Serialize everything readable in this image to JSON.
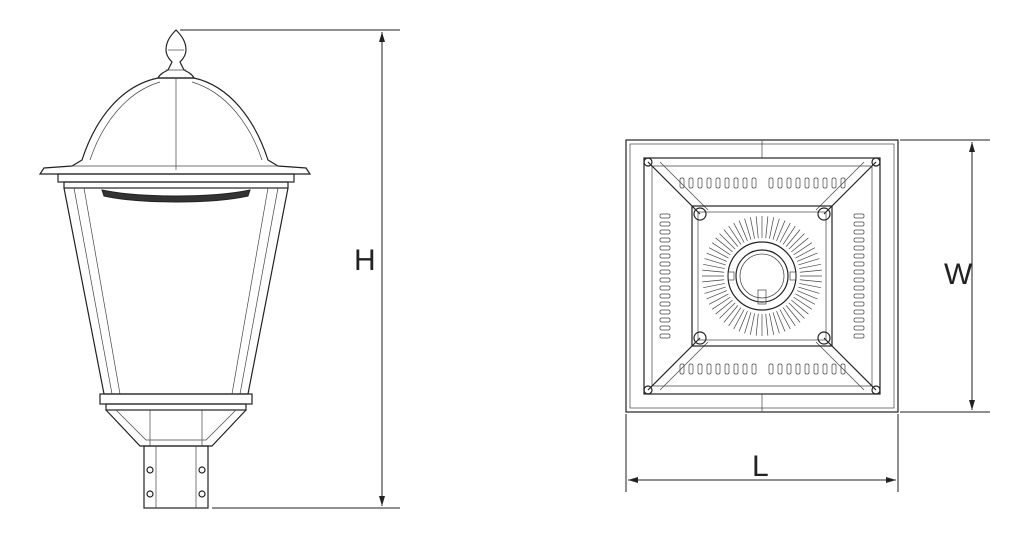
{
  "dimensions": {
    "height_label": "H",
    "width_label": "W",
    "length_label": "L"
  },
  "colors": {
    "line": "#222222",
    "background": "#ffffff"
  }
}
